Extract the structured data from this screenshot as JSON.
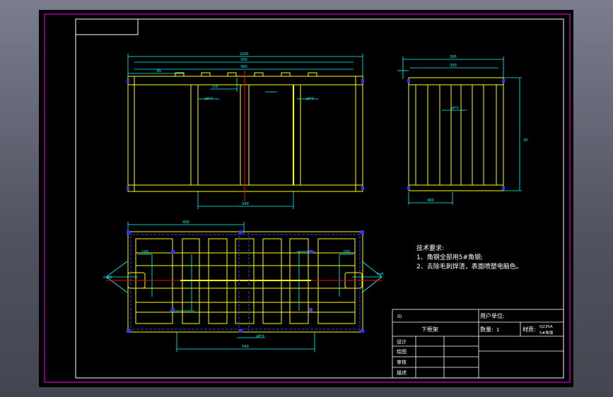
{
  "drawing": {
    "tech_requirements": {
      "title": "技术要求:",
      "items": [
        "1、角钢全部用5#角钢;",
        "2、去除毛刺焊渣，表面喷塑电脑色。"
      ]
    },
    "title_block": {
      "id_label": "ID",
      "user_unit_label": "用户单位:",
      "part_name": "下框架",
      "quantity_label": "数量:",
      "quantity_value": "1",
      "material_label": "材质:",
      "material_value_1": "Q235A",
      "material_value_2": "5#角钢",
      "rows": [
        "设计",
        "绘图",
        "审核",
        "描述"
      ]
    },
    "dimensions": {
      "top_overall": "1200",
      "top_sub1": "430",
      "top_sub2": "400",
      "top_left": "85",
      "top_bottom": "540",
      "top_hole1": "φ8*4",
      "top_hole2": "φ8*4",
      "top_small": "3.8",
      "side_overall": "395",
      "side_sub": "330",
      "side_height": "30",
      "side_bottom": "400",
      "side_mid": "φ8*4",
      "plan_top": "430",
      "plan_bottom": "540",
      "plan_hole": "φ8*4",
      "plan_left_label": "100",
      "plan_right_label": "100",
      "plan_left_arrow": "4-φ8孔",
      "plan_right_arrow": "4-φ8"
    },
    "colors": {
      "frame": "#ff00ff",
      "border": "#ffffff",
      "part_yellow": "#ffff00",
      "dimension_cyan": "#00ffff",
      "center_red": "#ff0000",
      "text_white": "#ffffff"
    }
  }
}
